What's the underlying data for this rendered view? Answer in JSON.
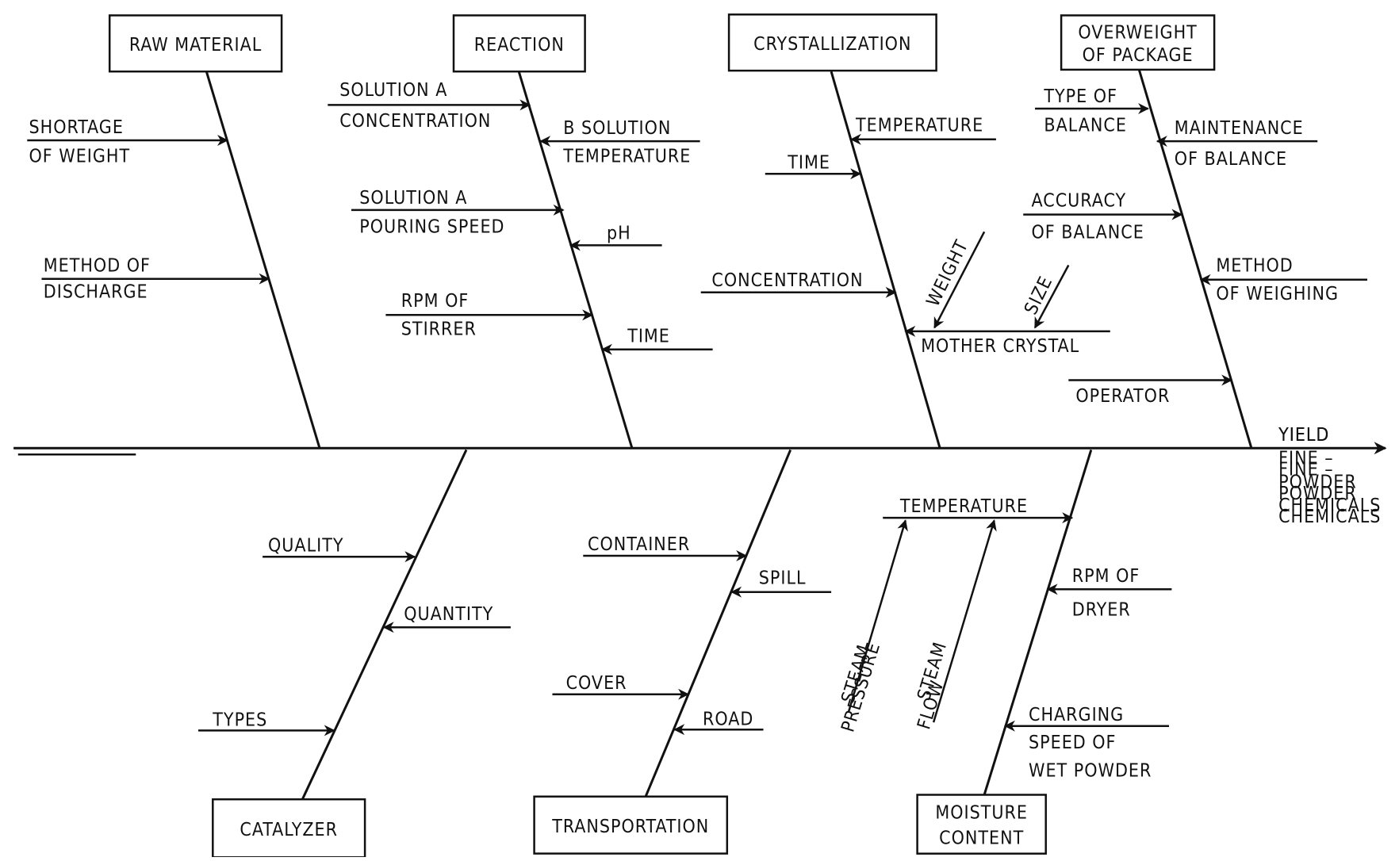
{
  "effect": {
    "lines": [
      "YIELD",
      "FINE –",
      "POWDER",
      "CHEMICALS"
    ]
  },
  "categories": {
    "raw_material": [
      "RAW MATERIAL"
    ],
    "reaction": [
      "REACTION"
    ],
    "crystallization": [
      "CRYSTALLIZATION"
    ],
    "overweight_of_package": [
      "OVERWEIGHT",
      "OF PACKAGE"
    ],
    "catalyzer": [
      "CATALYZER"
    ],
    "transportation": [
      "TRANSPORTATION"
    ],
    "moisture_content": [
      "MOISTURE",
      "CONTENT"
    ]
  },
  "causes": {
    "shortage_of_weight": [
      "SHORTAGE",
      "OF WEIGHT"
    ],
    "method_of_discharge": [
      "METHOD OF",
      "DISCHARGE"
    ],
    "solution_a_concentration": [
      "SOLUTION A",
      "CONCENTRATION"
    ],
    "b_solution_temperature": [
      "B SOLUTION",
      "TEMPERATURE"
    ],
    "solution_a_pouring_speed": [
      "SOLUTION A",
      "POURING SPEED"
    ],
    "ph": [
      "pH"
    ],
    "rpm_of_stirrer": [
      "RPM OF",
      "STIRRER"
    ],
    "reaction_time": [
      "TIME"
    ],
    "cryst_temperature": [
      "TEMPERATURE"
    ],
    "cryst_time": [
      "TIME"
    ],
    "concentration": [
      "CONCENTRATION"
    ],
    "mother_crystal": [
      "MOTHER CRYSTAL"
    ],
    "weight": [
      "WEIGHT"
    ],
    "size": [
      "SIZE"
    ],
    "type_of_balance": [
      "TYPE OF",
      "BALANCE"
    ],
    "maintenance_of_balance": [
      "MAINTENANCE",
      "OF BALANCE"
    ],
    "accuracy_of_balance": [
      "ACCURACY",
      "OF BALANCE"
    ],
    "method_of_weighing": [
      "METHOD",
      "OF WEIGHING"
    ],
    "operator": [
      "OPERATOR"
    ],
    "quality": [
      "QUALITY"
    ],
    "quantity": [
      "QUANTITY"
    ],
    "types": [
      "TYPES"
    ],
    "container": [
      "CONTAINER"
    ],
    "spill": [
      "SPILL"
    ],
    "cover": [
      "COVER"
    ],
    "road": [
      "ROAD"
    ],
    "drying_temperature": [
      "TEMPERATURE"
    ],
    "steam_pressure": [
      "STEAM",
      "PRESSURE"
    ],
    "steam_flow": [
      "STEAM",
      "FLOW"
    ],
    "rpm_of_dryer": [
      "RPM OF",
      "DRYER"
    ],
    "charging_speed": [
      "CHARGING",
      "SPEED OF",
      "WET POWDER"
    ]
  }
}
